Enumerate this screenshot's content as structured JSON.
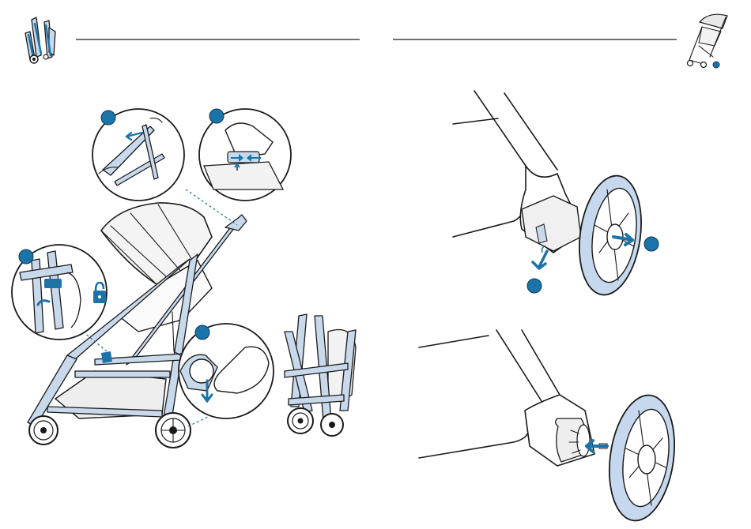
{
  "page": {
    "left_header_icon": "folded-stroller-icon",
    "right_header_icon": "open-stroller-icon",
    "accent_color": "#1b73a8",
    "highlight_color": "#c9d9ec"
  },
  "left_panel": {
    "step_markers": [
      {
        "name": "step-marker-1",
        "color": "#1b73a8"
      },
      {
        "name": "step-marker-2",
        "color": "#1b73a8"
      },
      {
        "name": "step-marker-3",
        "color": "#1b73a8"
      },
      {
        "name": "step-marker-4",
        "color": "#1b73a8"
      }
    ],
    "icons": [
      "pull-arrow-icon",
      "press-buttons-icon",
      "unlock-icon",
      "padlock-icon",
      "push-down-arrow-icon"
    ]
  },
  "right_panel": {
    "step_markers": [
      {
        "name": "step-marker-a",
        "color": "#1b73a8"
      },
      {
        "name": "step-marker-b",
        "color": "#1b73a8"
      }
    ],
    "icons": [
      "press-release-arrow-icon",
      "pull-wheel-arrow-icon",
      "insert-wheel-arrow-icon"
    ]
  }
}
